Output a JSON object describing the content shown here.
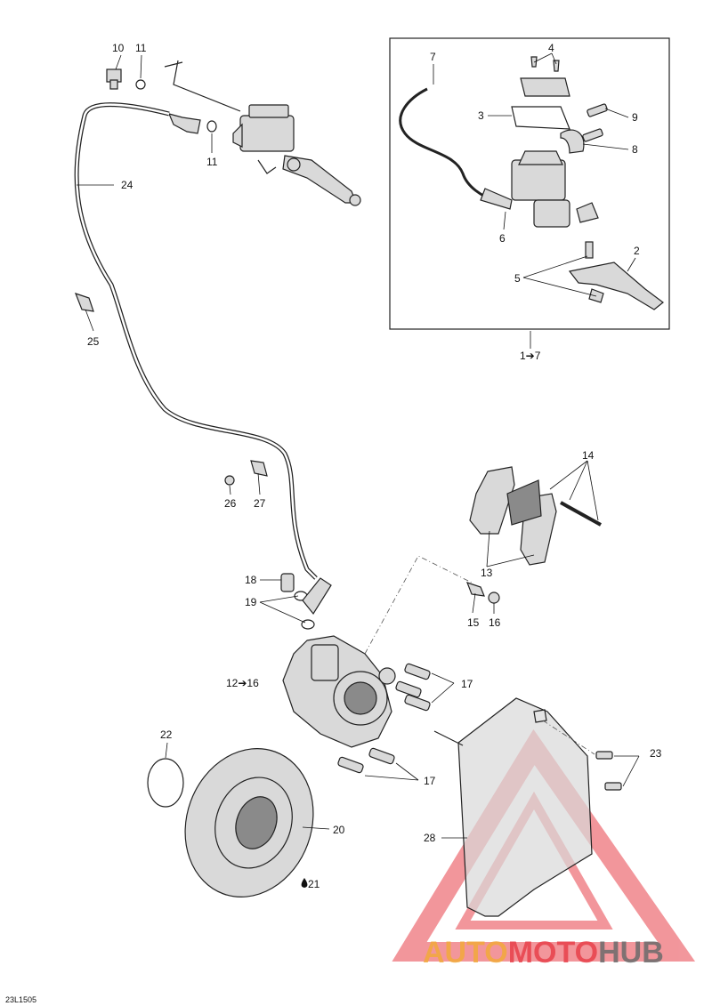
{
  "diagram": {
    "drawing_code": "23L1505",
    "callouts": {
      "c1to7": "1➔7",
      "c2": "2",
      "c3": "3",
      "c4": "4",
      "c5": "5",
      "c6": "6",
      "c7": "7",
      "c8": "8",
      "c9": "9",
      "c10": "10",
      "c11a": "11",
      "c11b": "11",
      "c12to16": "12➔16",
      "c13": "13",
      "c14": "14",
      "c15": "15",
      "c16": "16",
      "c17a": "17",
      "c17b": "17",
      "c18": "18",
      "c19": "19",
      "c20": "20",
      "c21": "21",
      "c22": "22",
      "c23": "23",
      "c24": "24",
      "c25": "25",
      "c26": "26",
      "c27": "27",
      "c28": "28"
    },
    "drop_icon": "oil-drop-icon"
  },
  "watermark": {
    "part1": "AUTO",
    "part2": "MOTO",
    "part3": "HUB",
    "colors": {
      "red": "#e8414a",
      "orange": "#f2a93b",
      "gray": "#6b6b6b"
    }
  }
}
